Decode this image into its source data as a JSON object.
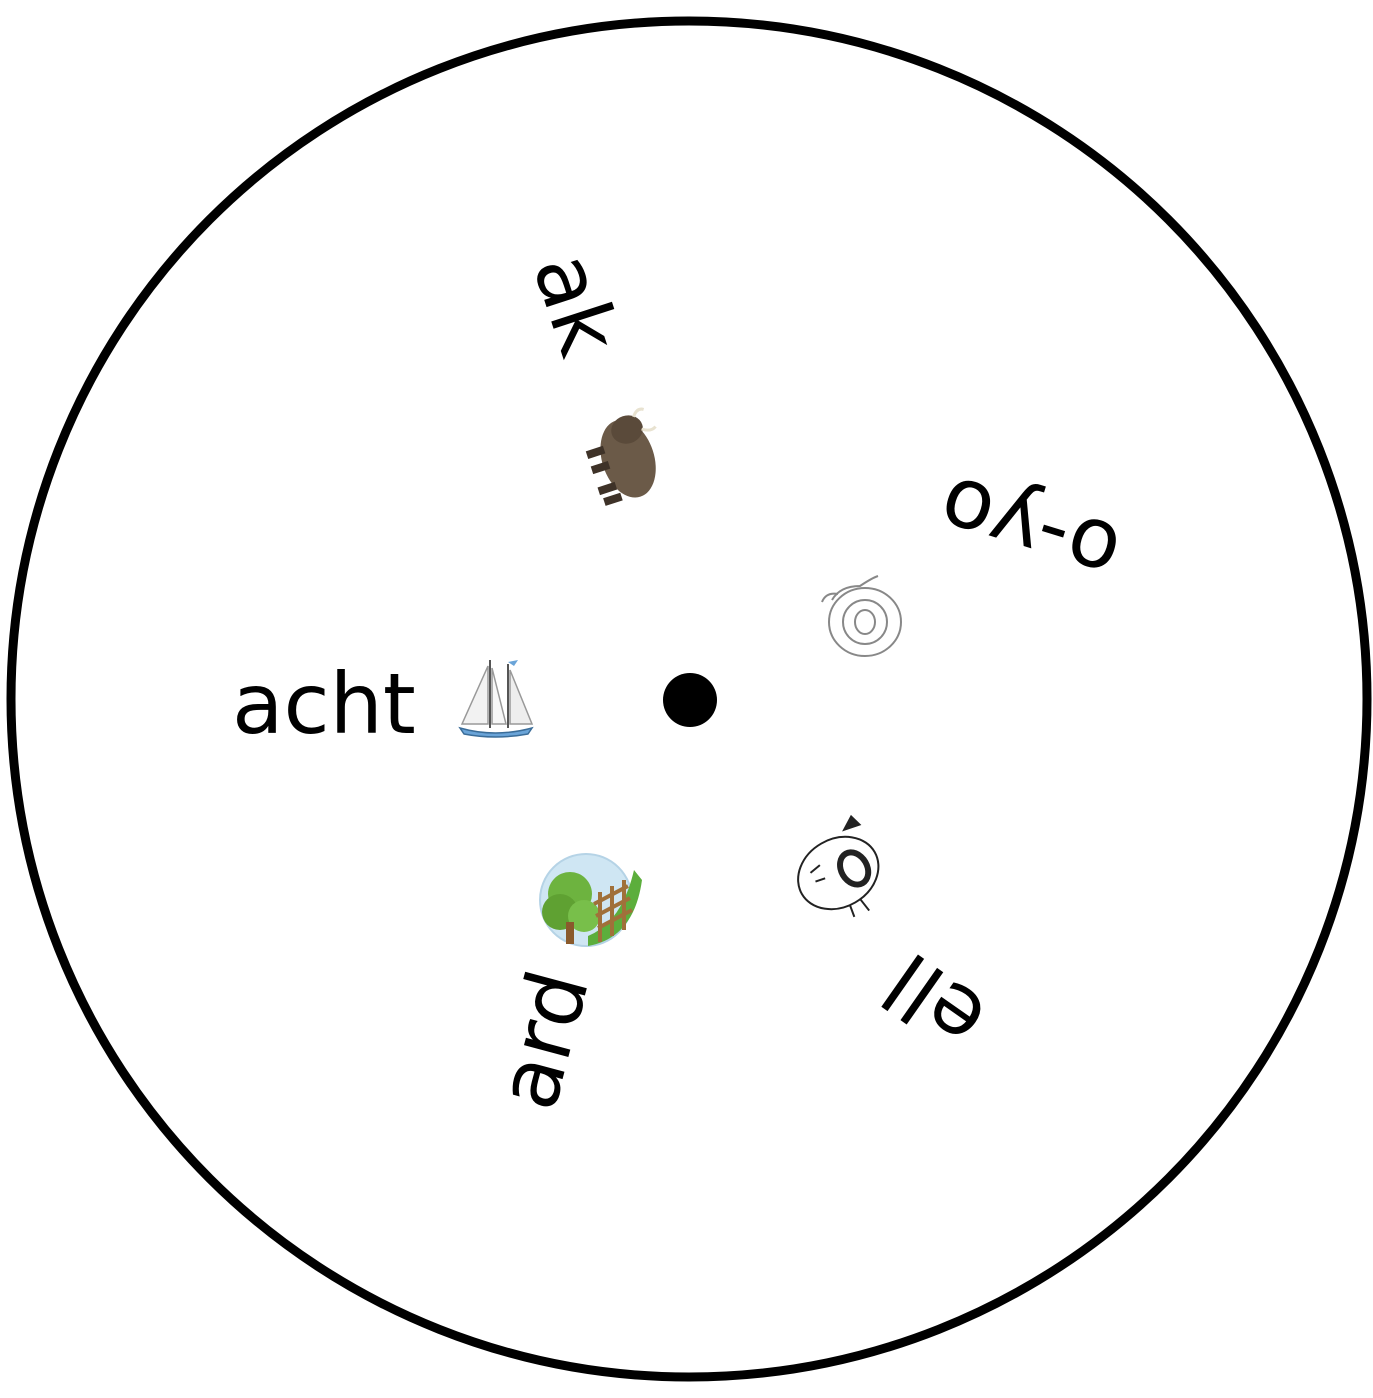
{
  "wheel": {
    "words": [
      {
        "id": "acht",
        "text": "acht",
        "picture": "sailboat-icon"
      },
      {
        "id": "ak",
        "text": "ak",
        "picture": "yak-icon"
      },
      {
        "id": "oyo",
        "text": "o-yo",
        "picture": "yoyo-icon"
      },
      {
        "id": "ell",
        "text": "ell",
        "picture": "yell-face-icon"
      },
      {
        "id": "ard",
        "text": "ard",
        "picture": "yard-icon"
      }
    ],
    "colors": {
      "ring": "#000000",
      "text": "#000000"
    }
  }
}
